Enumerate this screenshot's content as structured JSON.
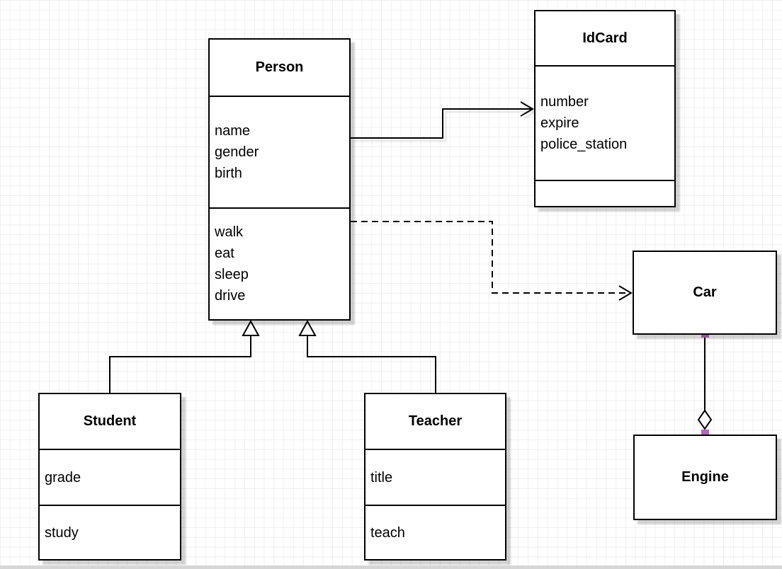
{
  "diagram": {
    "type": "uml-class-diagram",
    "classes": {
      "person": {
        "name": "Person",
        "attributes": [
          "name",
          "gender",
          "birth"
        ],
        "methods": [
          "walk",
          "eat",
          "sleep",
          "drive"
        ]
      },
      "idcard": {
        "name": "IdCard",
        "attributes": [
          "number",
          "expire",
          "police_station"
        ],
        "methods": []
      },
      "car": {
        "name": "Car",
        "attributes": [],
        "methods": []
      },
      "engine": {
        "name": "Engine",
        "attributes": [],
        "methods": []
      },
      "student": {
        "name": "Student",
        "attributes": [
          "grade"
        ],
        "methods": [
          "study"
        ]
      },
      "teacher": {
        "name": "Teacher",
        "attributes": [
          "title"
        ],
        "methods": [
          "teach"
        ]
      }
    },
    "relationships": [
      {
        "from": "Person",
        "to": "IdCard",
        "type": "association",
        "line": "solid",
        "arrow": "open"
      },
      {
        "from": "Person",
        "to": "Car",
        "type": "dependency",
        "line": "dashed",
        "arrow": "open"
      },
      {
        "from": "Student",
        "to": "Person",
        "type": "inheritance",
        "line": "solid",
        "arrow": "hollow-triangle"
      },
      {
        "from": "Teacher",
        "to": "Person",
        "type": "inheritance",
        "line": "solid",
        "arrow": "hollow-triangle"
      },
      {
        "from": "Car",
        "to": "Engine",
        "type": "aggregation",
        "line": "solid",
        "arrow": "hollow-diamond",
        "endpoints": "handle-squares"
      }
    ],
    "colors": {
      "line": "#000000",
      "box_fill": "#ffffff",
      "grid_line": "#f0f0f0",
      "shadow": "#cfcfcf",
      "endpoint_handle": "#b766bd"
    }
  }
}
